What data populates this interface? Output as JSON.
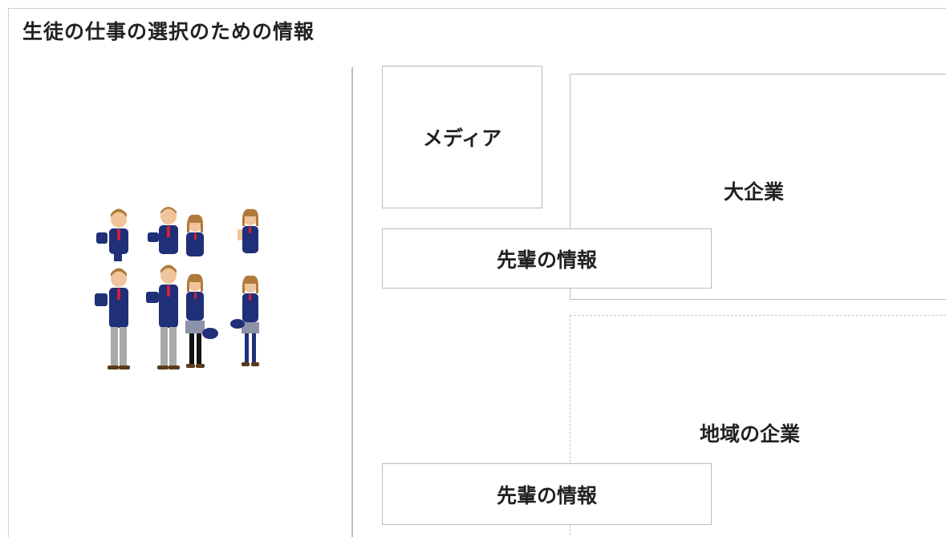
{
  "title": "生徒の仕事の選択のための情報",
  "boxes": {
    "media": "メディア",
    "large_company": "大企業",
    "senior_info_1": "先輩の情報",
    "local_company": "地域の企業",
    "senior_info_2": "先輩の情報"
  },
  "colors": {
    "blazer": "#1f2f78",
    "skin": "#f2c49b",
    "hair": "#b07a3c",
    "trousers": "#a9a9a9",
    "tie": "#d0203a",
    "border": "#bcbcbc"
  }
}
